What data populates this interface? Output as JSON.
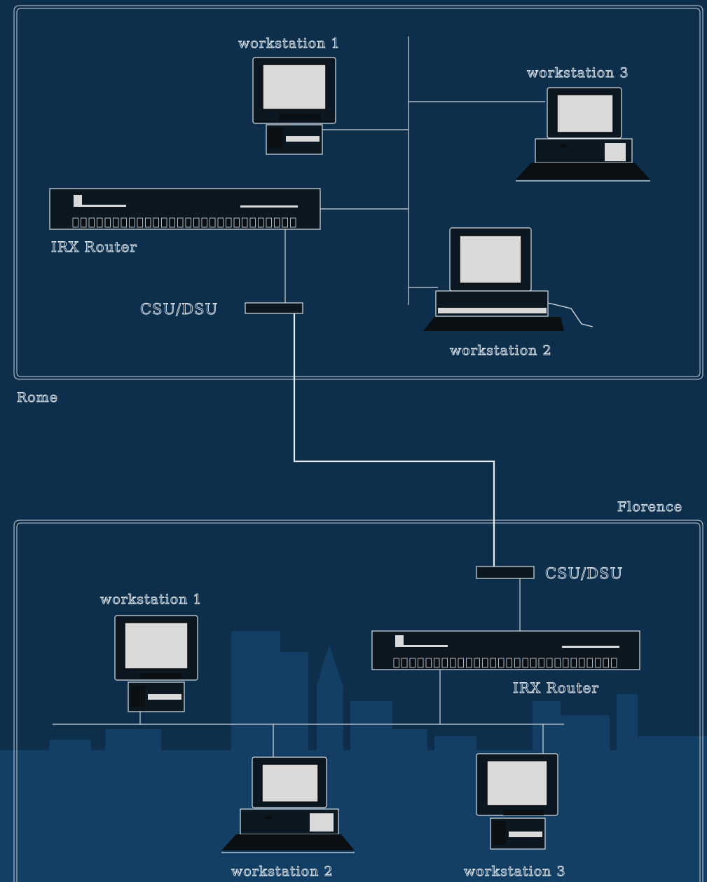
{
  "colors": {
    "background": "#0d2f4b",
    "skyline": "#123f63",
    "line": "#cfd7de",
    "screen": "#d9d9d9"
  },
  "rome": {
    "site_label": "Rome",
    "router_label": "IRX Router",
    "csu_label": "CSU/DSU",
    "workstations": [
      "workstation 1",
      "workstation 2",
      "workstation 3"
    ]
  },
  "florence": {
    "site_label": "Florence",
    "router_label": "IRX Router",
    "csu_label": "CSU/DSU",
    "workstations": [
      "workstation 1",
      "workstation 2",
      "workstation 3"
    ]
  }
}
